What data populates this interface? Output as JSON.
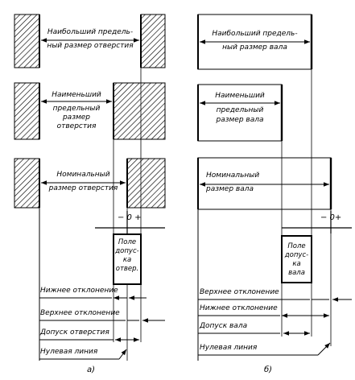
{
  "figure_a": {
    "caption": "а)",
    "max_hole_line1": "Наибольший предель-",
    "max_hole_line2": "ный размер отверстия",
    "min_hole_line1": "Наименьший",
    "min_hole_line2": "предельный",
    "min_hole_line3": "размер",
    "min_hole_line4": "отверстия",
    "nom_hole_line1": "Номинальный",
    "nom_hole_line2": "размер отверстия",
    "signs": "− 0 +",
    "field_line1": "Поле",
    "field_line2": "допус-",
    "field_line3": "ка",
    "field_line4": "отвер.",
    "lower_dev": "Нижнее отклонение",
    "upper_dev": "Верхнее отклонение",
    "tolerance": "Допуск отверстия",
    "zero_line": "Нулевая линия"
  },
  "figure_b": {
    "caption": "б)",
    "max_shaft_line1": "Наибольший предель-",
    "max_shaft_line2": "ный размер вала",
    "min_shaft_line1": "Наименьший",
    "min_shaft_line2": "предельный",
    "min_shaft_line3": "размер вала",
    "nom_shaft_line1": "Номинальный",
    "nom_shaft_line2": "размер вала",
    "signs": "− 0+",
    "field_line1": "Поле",
    "field_line2": "допус-",
    "field_line3": "ка",
    "field_line4": "вала",
    "upper_dev": "Верхнее отклонение",
    "lower_dev": "Нижнее отклонение",
    "tolerance": "Допуск вала",
    "zero_line": "Нулевая линия"
  }
}
